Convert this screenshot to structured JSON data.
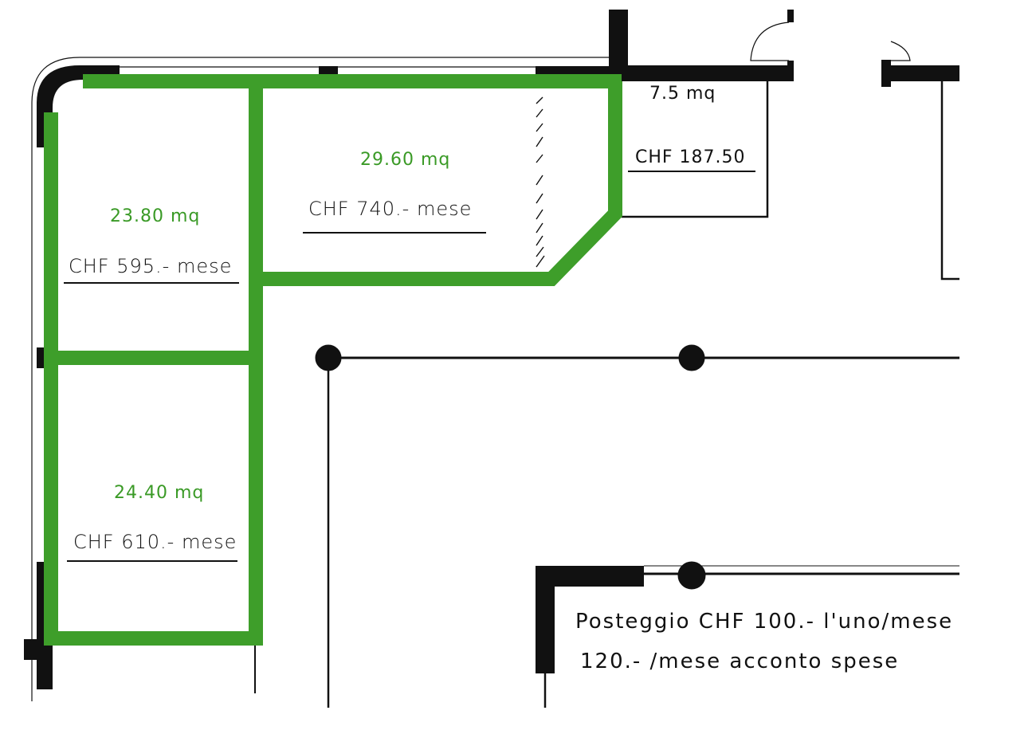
{
  "colors": {
    "highlight_wall": "#3e9e2a",
    "wall": "#111111",
    "line": "#111111",
    "area_text": "#3a9a26"
  },
  "units": [
    {
      "id": "unit-a",
      "area": "23.80 mq",
      "price": "CHF 595.- mese"
    },
    {
      "id": "unit-b",
      "area": "29.60 mq",
      "price": "CHF 740.- mese"
    },
    {
      "id": "unit-c",
      "area": "7.5 mq",
      "price": "CHF 187.50"
    },
    {
      "id": "unit-d",
      "area": "24.40 mq",
      "price": "CHF 610.- mese"
    }
  ],
  "notes": {
    "parking_line1": "Posteggio CHF 100.- l'uno/mese",
    "parking_line2": "120.- /mese acconto spese"
  }
}
